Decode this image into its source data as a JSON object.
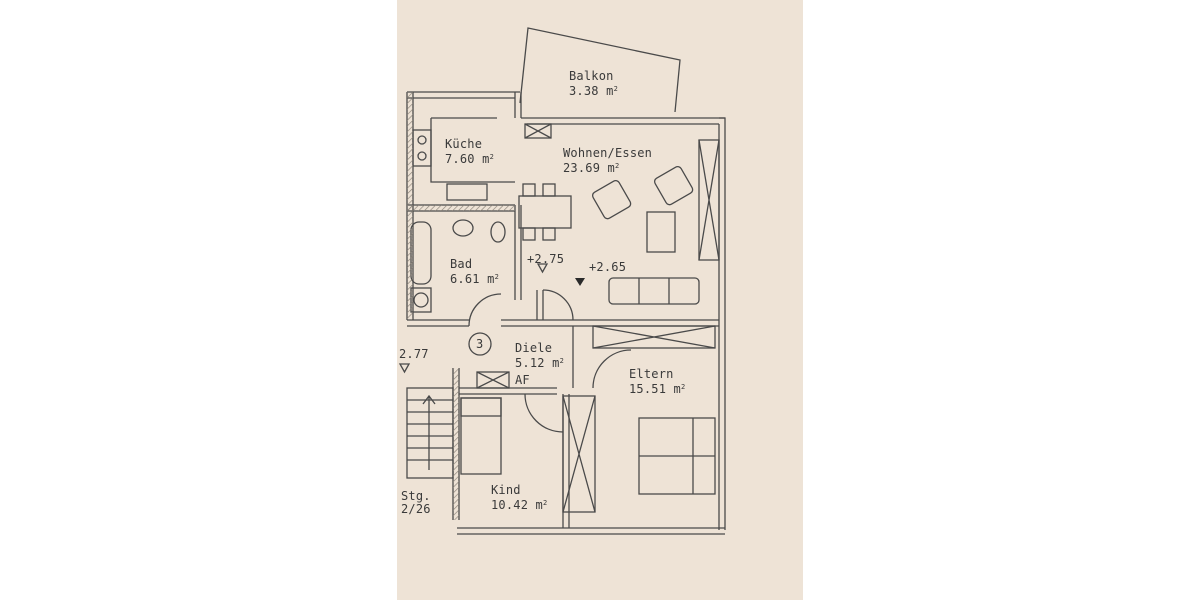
{
  "rooms": {
    "balkon": {
      "name": "Balkon",
      "area": "3.38 m",
      "unit_sup": "2"
    },
    "kueche": {
      "name": "Küche",
      "area": "7.60 m",
      "unit_sup": "2"
    },
    "wohnen": {
      "name": "Wohnen/Essen",
      "area": "23.69 m",
      "unit_sup": "2"
    },
    "bad": {
      "name": "Bad",
      "area": "6.61 m",
      "unit_sup": "2"
    },
    "diele": {
      "name": "Diele",
      "area": "5.12 m",
      "unit_sup": "2"
    },
    "eltern": {
      "name": "Eltern",
      "area": "15.51 m",
      "unit_sup": "2"
    },
    "kind": {
      "name": "Kind",
      "area": "10.42 m",
      "unit_sup": "2"
    },
    "stg": {
      "name": "Stg.",
      "area": "2/26"
    }
  },
  "levels": {
    "a": "+2.75",
    "b": "+2.65",
    "c": "2.77"
  },
  "unit_number": "3",
  "af_label": "AF",
  "colors": {
    "paper": "#eee3d6",
    "ink": "#4a4a4a",
    "hatch": "#8a8278"
  }
}
